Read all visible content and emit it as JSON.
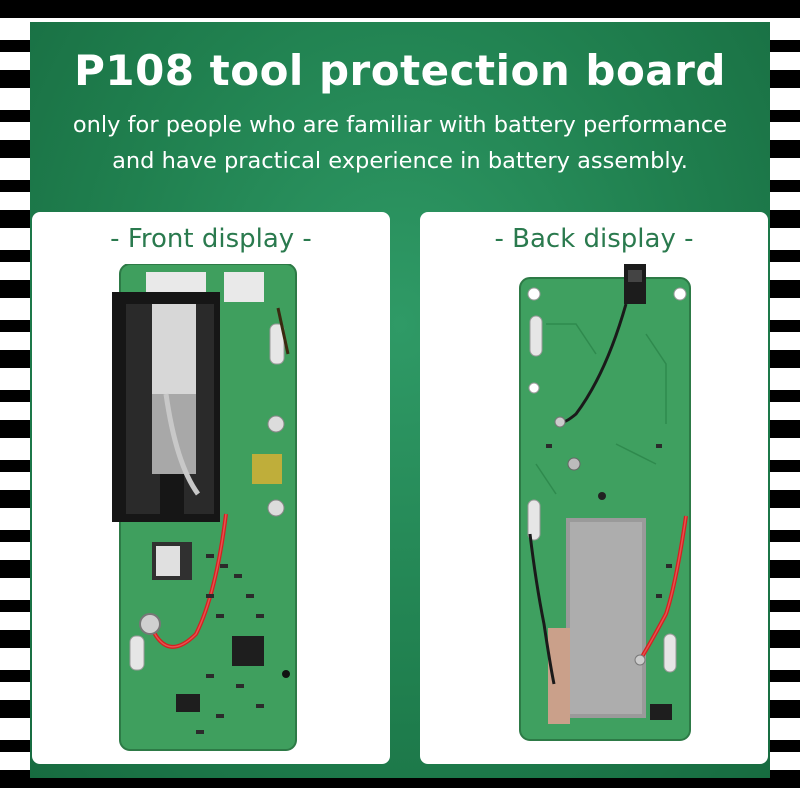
{
  "title": "P108 tool protection board",
  "subtitle": {
    "line1": "only for people who are familiar with battery performance",
    "line2": "and have practical experience in battery assembly."
  },
  "panels": {
    "front": {
      "label": "- Front display -"
    },
    "back": {
      "label": "- Back display -"
    }
  },
  "colors": {
    "background_green": "#20804f",
    "panel_white": "#ffffff",
    "label_green": "#2a7a4e",
    "pcb_green": "#3e9e5c"
  }
}
